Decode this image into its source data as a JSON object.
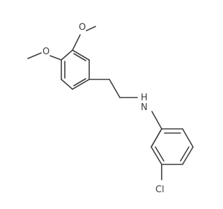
{
  "molecule": {
    "atoms": {
      "o_top": "O",
      "o_left": "O",
      "nh_n": "N",
      "nh_h": "H",
      "cl": "Cl"
    }
  },
  "colors": {
    "bond": "#3c3c3c",
    "label": "#3c3c3c",
    "background": "#ffffff"
  }
}
